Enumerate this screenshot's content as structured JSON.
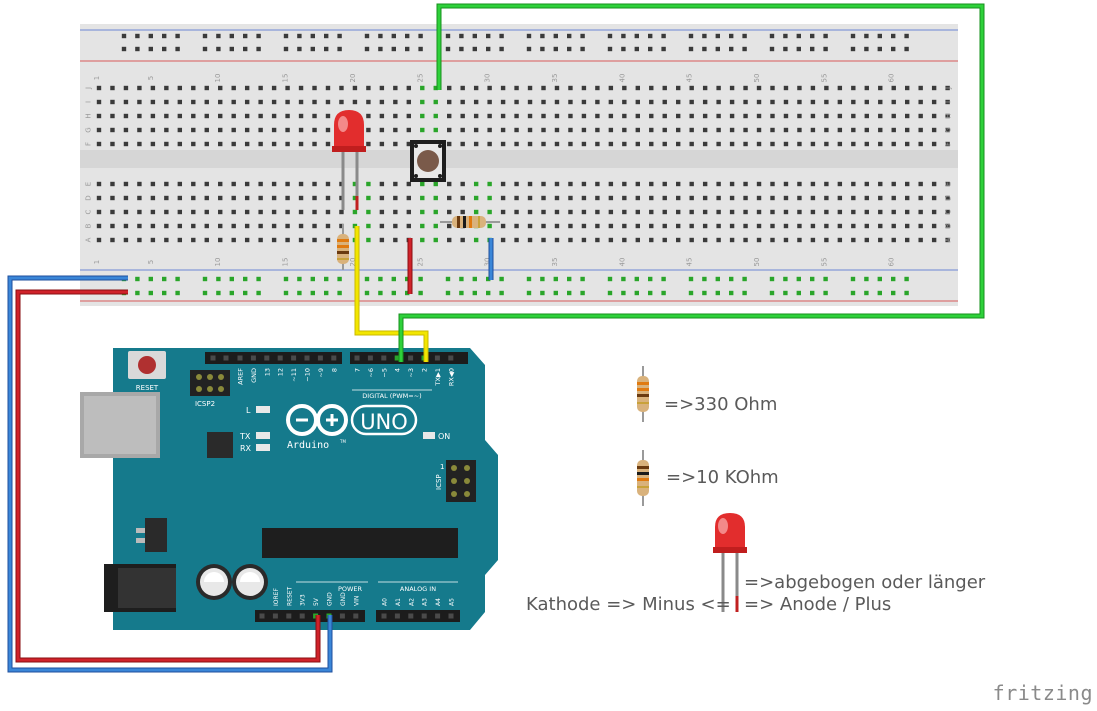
{
  "breadboard": {
    "column_numbers": [
      "1",
      "5",
      "10",
      "15",
      "20",
      "25",
      "30",
      "35",
      "40",
      "45",
      "50",
      "55",
      "60"
    ],
    "row_letters_top": [
      "J",
      "I",
      "H",
      "G",
      "F"
    ],
    "row_letters_bottom": [
      "E",
      "D",
      "C",
      "B",
      "A"
    ]
  },
  "arduino": {
    "reset_label": "RESET",
    "icsp2_label": "ICSP2",
    "icsp_label": "ICSP",
    "header_top_labels": [
      "AREF",
      "GND",
      "13",
      "12",
      "~11",
      "~10",
      "~9",
      "8",
      "7",
      "~6",
      "~5",
      "4",
      "~3",
      "2",
      "TX▶1",
      "RX◀0"
    ],
    "digital_label": "DIGITAL (PWM=~)",
    "brand": "Arduino",
    "tm": "TM",
    "uno": "UNO",
    "on_label": "ON",
    "led_labels": [
      "L",
      "TX",
      "RX"
    ],
    "icsp_pin1": "1",
    "power_label": "POWER",
    "analog_label": "ANALOG IN",
    "power_pins": [
      "IOREF",
      "RESET",
      "3V3",
      "5V",
      "GND",
      "GND",
      "VIN"
    ],
    "analog_pins": [
      "A0",
      "A1",
      "A2",
      "A3",
      "A4",
      "A5"
    ]
  },
  "legend": {
    "resistor_330": "=>330 Ohm",
    "resistor_10k": "=>10 KOhm",
    "led_bent": "=>abgebogen oder länger",
    "led_anode": "=> Anode / Plus",
    "led_cathode": "Kathode => Minus <="
  },
  "wires": [
    {
      "name": "gnd-wire",
      "color": "#1f6fc9"
    },
    {
      "name": "5v-wire",
      "color": "#c0161c"
    },
    {
      "name": "led-signal-wire",
      "color": "#f2e400"
    },
    {
      "name": "button-signal-wire",
      "color": "#22b82a"
    }
  ],
  "watermark": "fritzing"
}
